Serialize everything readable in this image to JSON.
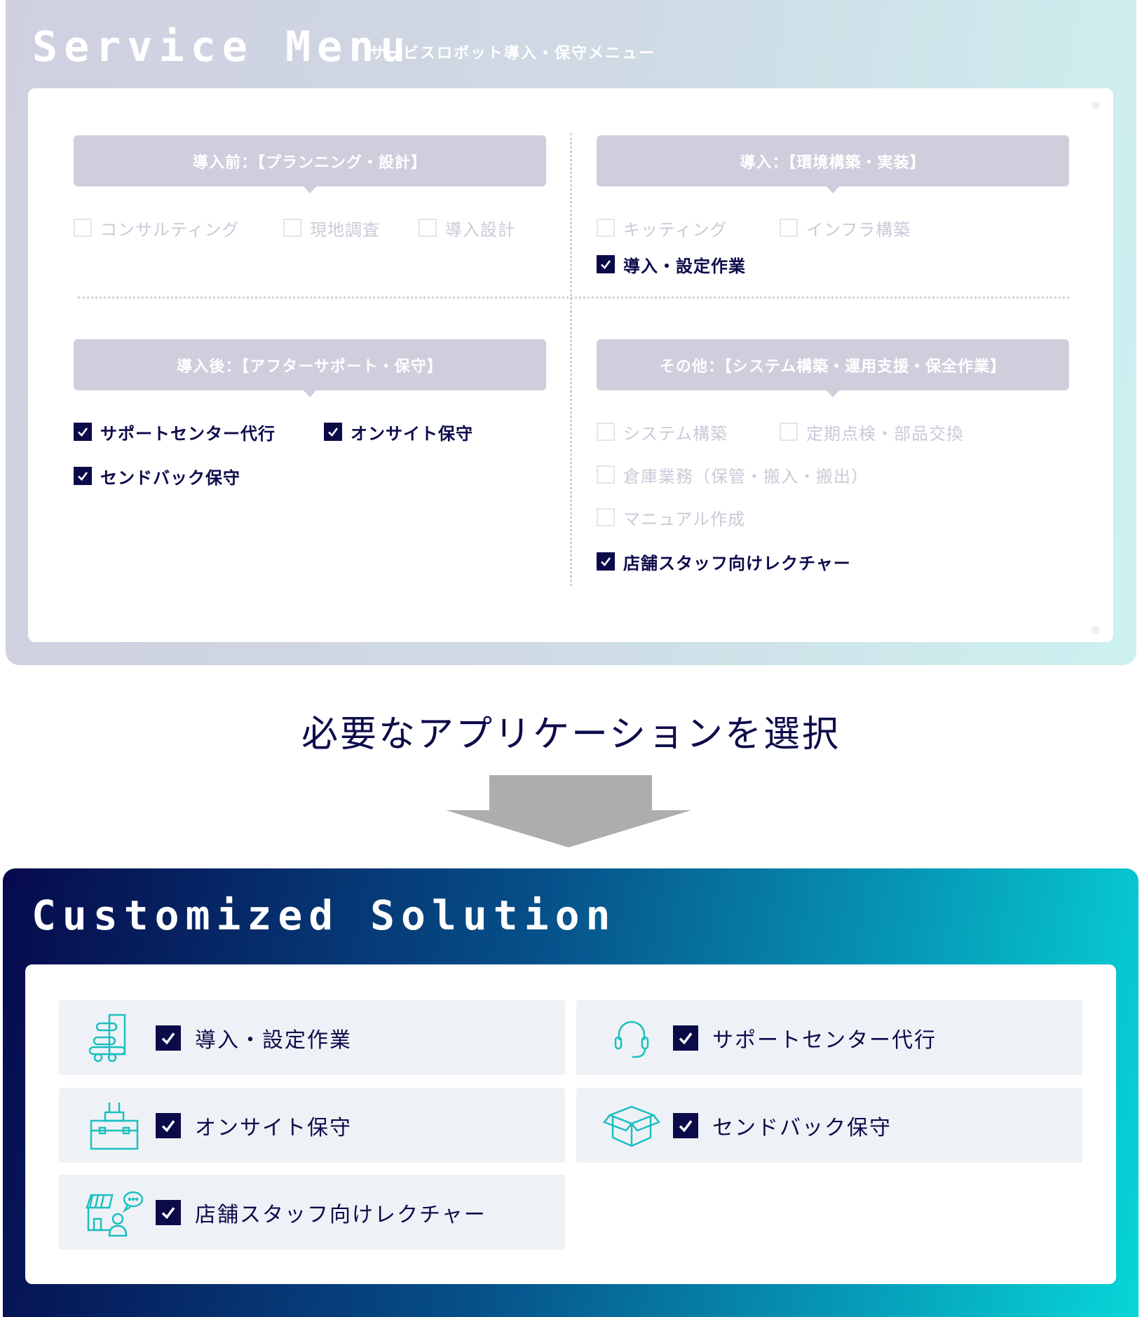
{
  "service_menu": {
    "title": "Service Menu",
    "subtitle": "サービスロボット導入・保守メニュー",
    "groups": [
      {
        "header": "導入前：【プランニング・設計】",
        "items": [
          {
            "label": "コンサルティング",
            "checked": false
          },
          {
            "label": "現地調査",
            "checked": false
          },
          {
            "label": "導入設計",
            "checked": false
          }
        ]
      },
      {
        "header": "導入：【環境構築・実装】",
        "items": [
          {
            "label": "キッティング",
            "checked": false
          },
          {
            "label": "インフラ構築",
            "checked": false
          },
          {
            "label": "導入・設定作業",
            "checked": true
          }
        ]
      },
      {
        "header": "導入後：【アフターサポート・保守】",
        "items": [
          {
            "label": "サポートセンター代行",
            "checked": true
          },
          {
            "label": "オンサイト保守",
            "checked": true
          },
          {
            "label": "センドバック保守",
            "checked": true
          }
        ]
      },
      {
        "header": "その他：【システム構築・運用支援・保全作業】",
        "items": [
          {
            "label": "システム構築",
            "checked": false
          },
          {
            "label": "定期点検・部品交換",
            "checked": false
          },
          {
            "label": "倉庫業務（保管・搬入・搬出）",
            "checked": false
          },
          {
            "label": "マニュアル作成",
            "checked": false
          },
          {
            "label": "店舗スタッフ向けレクチャー",
            "checked": true
          }
        ]
      }
    ]
  },
  "mid_heading": "必要なアプリケーションを選択",
  "solution": {
    "title": "Customized Solution",
    "items": [
      {
        "label": "導入・設定作業",
        "icon": "delivery-robot-icon",
        "checked": true
      },
      {
        "label": "サポートセンター代行",
        "icon": "headset-icon",
        "checked": true
      },
      {
        "label": "オンサイト保守",
        "icon": "toolbox-icon",
        "checked": true
      },
      {
        "label": "センドバック保守",
        "icon": "box-icon",
        "checked": true
      },
      {
        "label": "店舗スタッフ向けレクチャー",
        "icon": "store-staff-icon",
        "checked": true
      }
    ]
  },
  "colors": {
    "navy": "#0c0b4a",
    "teal": "#1cbfbf",
    "header_gray": "#cfcedd",
    "arrow_gray": "#adadad"
  }
}
